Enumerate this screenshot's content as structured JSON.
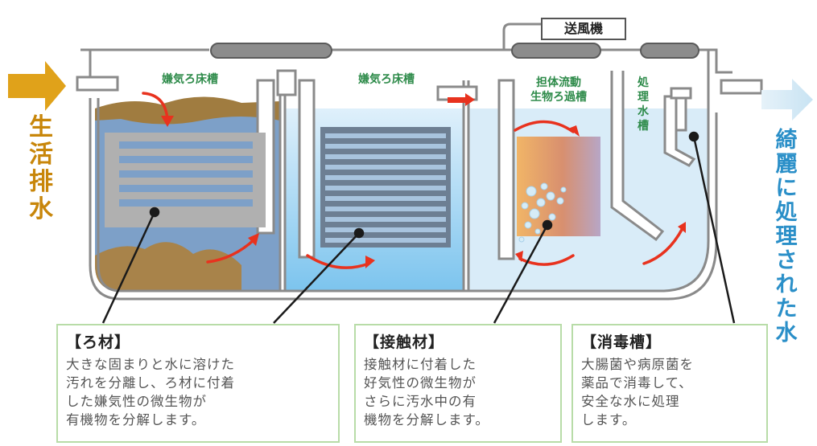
{
  "inlet_label": "生\n活\n排\n水",
  "outlet_label": "綺\n麗\nに\n処\n理\nさ\nれ\nた\n水",
  "blower_label": "送風機",
  "chambers": [
    {
      "label": "嫌気ろ床槽"
    },
    {
      "label": "嫌気ろ床槽"
    },
    {
      "label": "担体流動\n生物ろ過槽"
    },
    {
      "label": "処\n理\n水\n槽"
    }
  ],
  "callouts": [
    {
      "title": "【ろ材】",
      "text": "大きな固まりと水に溶けた\n汚れを分離し、ろ材に付着\nした嫌気性の微生物が\n有機物を分解します。"
    },
    {
      "title": "【接触材】",
      "text": "接触材に付着した\n好気性の微生物が\nさらに汚水中の有\n機物を分解します。"
    },
    {
      "title": "【消毒槽】",
      "text": "大腸菌や病原菌を\n薬品で消毒して、\n安全な水に処理\nします。"
    }
  ],
  "colors": {
    "inlet_arrow": "#e0a21a",
    "inlet_text": "#c8860a",
    "outlet_arrow": "#cfe6f3",
    "outlet_text": "#2a8fc8",
    "chamber_label": "#2e8b4a",
    "flow_arrow": "#e8321e",
    "callout_border": "#b8dca8"
  }
}
